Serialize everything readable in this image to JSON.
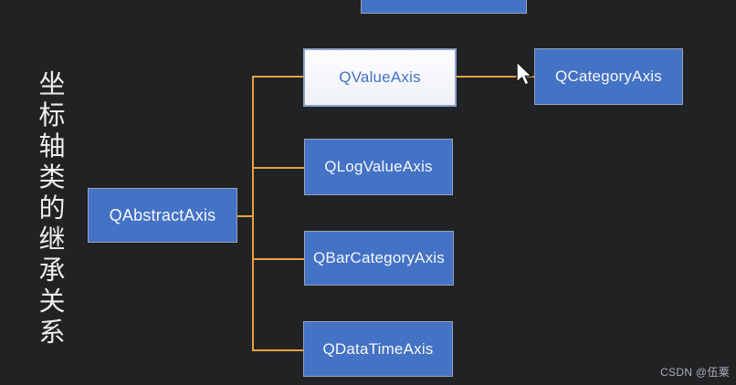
{
  "title": {
    "text": "坐标轴类的继承关系",
    "chars": [
      "坐",
      "标",
      "轴",
      "类",
      "的",
      "继",
      "承",
      "关",
      "系"
    ]
  },
  "nodes": {
    "top_partial": {
      "label": "",
      "note": "box cut off at top edge of screen"
    },
    "abstract": {
      "label": "QAbstractAxis"
    },
    "value": {
      "label": "QValueAxis"
    },
    "logvalue": {
      "label": "QLogValueAxis"
    },
    "barcategory": {
      "label": "QBarCategoryAxis"
    },
    "datatime": {
      "label": "QDataTimeAxis"
    },
    "category": {
      "label": "QCategoryAxis"
    }
  },
  "edges": [
    {
      "from": "abstract",
      "to": "trunk"
    },
    {
      "from": "trunk",
      "to": "value"
    },
    {
      "from": "trunk",
      "to": "logvalue"
    },
    {
      "from": "trunk",
      "to": "barcategory"
    },
    {
      "from": "trunk",
      "to": "datatime"
    },
    {
      "from": "value",
      "to": "category"
    }
  ],
  "colors": {
    "background": "#212224",
    "node_fill": "#4472C4",
    "node_border": "#97A3B8",
    "highlight_fill": "#FDFDFF",
    "highlight_text": "#4472C4",
    "connector": "#E8A23C",
    "title_color": "#EDEDED",
    "watermark_color": "#A9ADB3"
  },
  "watermark": "CSDN @伍粟"
}
